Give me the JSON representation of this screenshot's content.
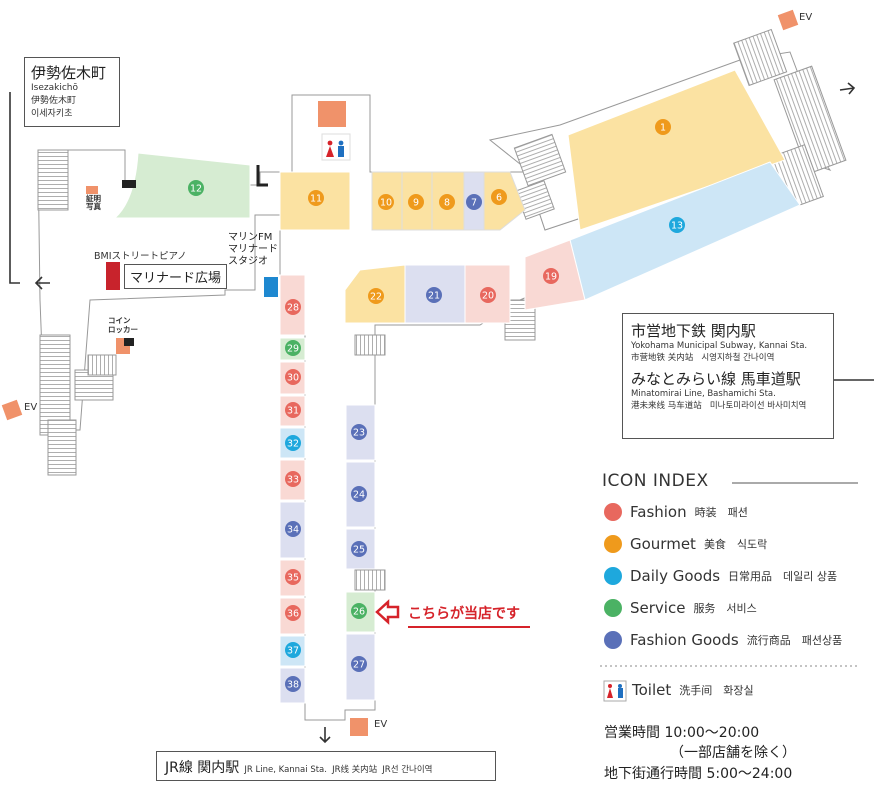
{
  "areas": {
    "isezakicho": {
      "title": "伊勢佐木町",
      "romaji": "Isezakichō",
      "zh": "伊勢佐木町",
      "ko": "이세자키초"
    },
    "marinard": {
      "piano": "BMIストリートピアノ",
      "plaza": "マリナード広場"
    },
    "marinfm": {
      "line1": "マリンFM",
      "line2": "マリナード",
      "line3": "スタジオ"
    },
    "photo": {
      "line1": "証明",
      "line2": "写真"
    },
    "coin": {
      "line1": "コイン",
      "line2": "ロッカー"
    },
    "subway": {
      "title": "市営地下鉄 関内駅",
      "en": "Yokohama Municipal Subway, Kannai Sta.",
      "zh": "市营地铁 关内站",
      "ko": "시영지하철 간나이역"
    },
    "minatomirai": {
      "title": "みなとみらい線 馬車道駅",
      "en": "Minatomirai Line, Bashamichi Sta.",
      "zh": "港未来线 马车道站",
      "ko": "미나토미라이선 바사미치역"
    },
    "jr": {
      "title": "JR線 関内駅",
      "en": "JR Line, Kannai Sta.",
      "zh": "JR线 关内站",
      "ko": "JR선 간나이역"
    },
    "ev": "EV",
    "here": "こちらが当店です"
  },
  "stores": [
    {
      "num": "1",
      "cat": "gourmet"
    },
    {
      "num": "6",
      "cat": "gourmet"
    },
    {
      "num": "7",
      "cat": "fashion_goods"
    },
    {
      "num": "8",
      "cat": "gourmet"
    },
    {
      "num": "9",
      "cat": "gourmet"
    },
    {
      "num": "10",
      "cat": "gourmet"
    },
    {
      "num": "11",
      "cat": "gourmet"
    },
    {
      "num": "12",
      "cat": "service"
    },
    {
      "num": "13",
      "cat": "daily"
    },
    {
      "num": "19",
      "cat": "fashion"
    },
    {
      "num": "20",
      "cat": "fashion"
    },
    {
      "num": "21",
      "cat": "fashion_goods"
    },
    {
      "num": "22",
      "cat": "gourmet"
    },
    {
      "num": "23",
      "cat": "fashion_goods"
    },
    {
      "num": "24",
      "cat": "fashion_goods"
    },
    {
      "num": "25",
      "cat": "fashion_goods"
    },
    {
      "num": "26",
      "cat": "service"
    },
    {
      "num": "27",
      "cat": "fashion_goods"
    },
    {
      "num": "28",
      "cat": "fashion"
    },
    {
      "num": "29",
      "cat": "service"
    },
    {
      "num": "30",
      "cat": "fashion"
    },
    {
      "num": "31",
      "cat": "fashion"
    },
    {
      "num": "32",
      "cat": "daily"
    },
    {
      "num": "33",
      "cat": "fashion"
    },
    {
      "num": "34",
      "cat": "fashion_goods"
    },
    {
      "num": "35",
      "cat": "fashion"
    },
    {
      "num": "36",
      "cat": "fashion"
    },
    {
      "num": "37",
      "cat": "daily"
    },
    {
      "num": "38",
      "cat": "fashion_goods"
    }
  ],
  "legend": {
    "title": "ICON INDEX",
    "items": [
      {
        "key": "fashion",
        "name": "Fashion",
        "sub": "時装　패션",
        "color": "#e8685e"
      },
      {
        "key": "gourmet",
        "name": "Gourmet",
        "sub": "美食　식도락",
        "color": "#ef9a1c"
      },
      {
        "key": "daily",
        "name": "Daily Goods",
        "sub": "日常用品　데일리 상품",
        "color": "#1ea8dd"
      },
      {
        "key": "service",
        "name": "Service",
        "sub": "服务　서비스",
        "color": "#4bb264"
      },
      {
        "key": "fashion_goods",
        "name": "Fashion Goods",
        "sub": "流行商品　패션상품",
        "color": "#5a70b8"
      }
    ],
    "toilet": {
      "name": "Toilet",
      "sub": "洗手间　화장실"
    }
  },
  "hours": {
    "business": "営業時間 10:00～20:00",
    "note": "（一部店舗を除く）",
    "underground": "地下街通行時間 5:00～24:00"
  },
  "colors": {
    "fashion_fill": "#f9d9d4",
    "gourmet_fill": "#fbe2a2",
    "daily_fill": "#cde6f6",
    "service_fill": "#d6ecd2",
    "fashion_goods_fill": "#dcdff0",
    "ev": "#f0926a",
    "highlight": "#d6232a"
  }
}
